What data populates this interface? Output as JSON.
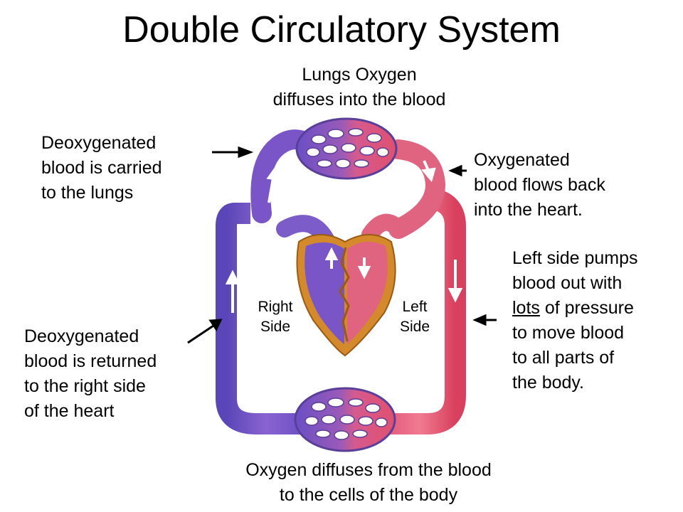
{
  "title": "Double Circulatory System",
  "lungs_label": [
    "Lungs Oxygen",
    "diffuses into the blood"
  ],
  "body_label": [
    "Oxygen diffuses from the blood",
    "to the cells of the body"
  ],
  "deoxy_to_lungs": [
    "Deoxygenated",
    "blood is carried",
    "to the lungs"
  ],
  "oxy_back": [
    "Oxygenated",
    "blood flows back",
    "into the heart."
  ],
  "left_pumps": {
    "line1": "Left side pumps",
    "line2": "blood out with",
    "line3_underlined": "lots",
    "line3_rest": " of pressure",
    "line4": "to move blood",
    "line5": "to all parts of",
    "line6": "the body."
  },
  "deoxy_returned": [
    "Deoxygenated",
    "blood is returned",
    "to the right side",
    "of the heart"
  ],
  "right_side": [
    "Right",
    "Side"
  ],
  "left_side": [
    "Left",
    "Side"
  ],
  "colors": {
    "deoxygenated": "#6b4fc0",
    "oxygenated": "#d9405e",
    "heart_outer": "#d48a2a"
  }
}
